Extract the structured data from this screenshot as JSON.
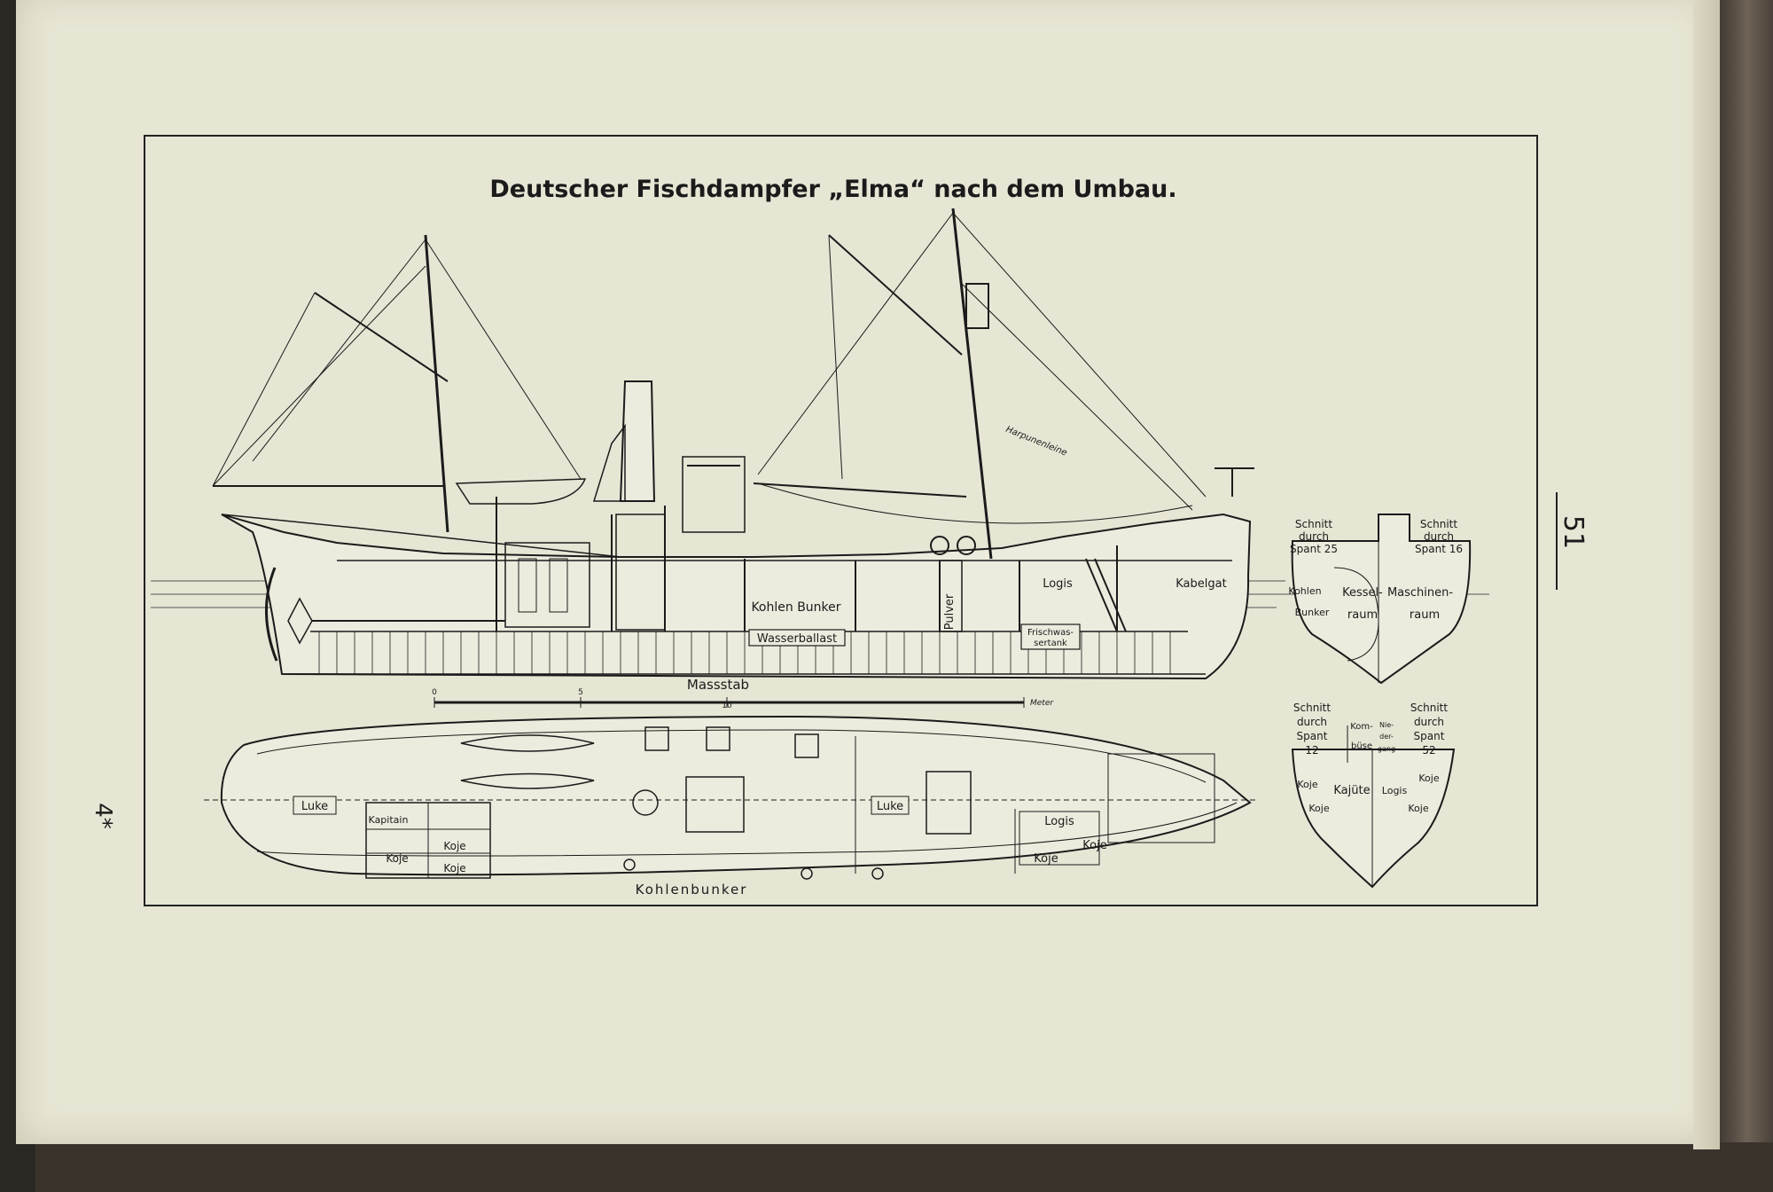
{
  "title": "Deutscher Fischdampfer „Elma“ nach dem Umbau.",
  "page_number": "51",
  "signature_mark": "4*",
  "profile_labels": {
    "kohlen_bunker": "Kohlen Bunker",
    "wasserballast": "Wasserballast",
    "pulver": "Pulver",
    "frischwassertank_1": "Frischwas-",
    "frischwassertank_2": "sertank",
    "logis": "Logis",
    "kabelgat": "Kabelgat",
    "harpunenleine": "Harpunenleine"
  },
  "scale": {
    "label": "Massstab",
    "tick_0": "0",
    "tick_5": "5",
    "tick_10": "10",
    "unit": "Meter"
  },
  "plan_labels": {
    "luke_aft": "Luke",
    "kapitain": "Kapitain",
    "koje_1": "Koje",
    "koje_2": "Koje",
    "koje_3": "Koje",
    "luke_mid": "Luke",
    "logis": "Logis",
    "koje_4": "Koje",
    "koje_5": "Koje",
    "kohlenbunker": "Kohlenbunker"
  },
  "section_spant25_16": {
    "left_head_1": "Schnitt",
    "left_head_2": "durch",
    "left_head_3": "Spant 25",
    "right_head_1": "Schnitt",
    "right_head_2": "durch",
    "right_head_3": "Spant 16",
    "kohlen": "Kohlen",
    "bunker": "Bunker",
    "kessel": "Kessel-",
    "kessel_raum": "raum",
    "maschinen": "Maschinen-",
    "maschinen_raum": "raum"
  },
  "section_spant12_52": {
    "left_head_1": "Schnitt",
    "left_head_2": "durch",
    "left_head_3": "Spant",
    "left_head_4": "12",
    "right_head_1": "Schnitt",
    "right_head_2": "durch",
    "right_head_3": "Spant",
    "right_head_4": "52",
    "kombuse_1": "Kom-",
    "kombuse_2": "büse",
    "niedergang_1": "Nie-",
    "niedergang_2": "der-",
    "niedergang_3": "gang",
    "koje_a": "Koje",
    "koje_b": "Koje",
    "kajute": "Kajüte",
    "logis": "Logis",
    "koje_c": "Koje",
    "koje_d": "Koje"
  }
}
